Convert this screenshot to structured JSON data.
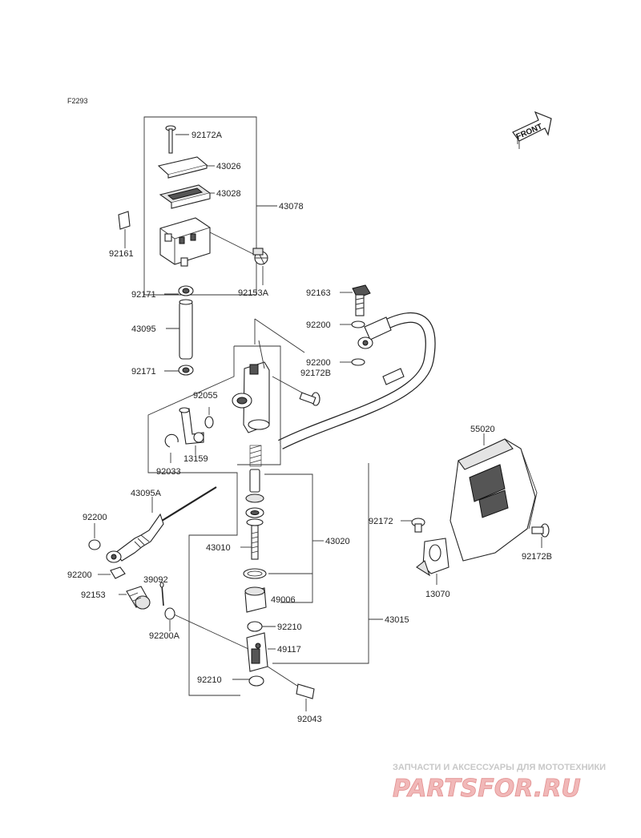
{
  "figure_code": "F2293",
  "front_label": "FRONT",
  "parts": {
    "p92172A": "92172A",
    "p43026": "43026",
    "p43028": "43028",
    "p43078": "43078",
    "p92161": "92161",
    "p92153A": "92153A",
    "p92171a": "92171",
    "p43095": "43095",
    "p92171b": "92171",
    "p92163": "92163",
    "p92200a": "92200",
    "p92200b": "92200",
    "p92172B": "92172B",
    "p92055": "92055",
    "p13159": "13159",
    "p92033": "92033",
    "p55020": "55020",
    "p43095A": "43095A",
    "p92200c": "92200",
    "p43020": "43020",
    "p92172": "92172",
    "p92172Bb": "92172B",
    "p43010": "43010",
    "p92200d": "92200",
    "p39092": "39092",
    "p92153": "92153",
    "p13070": "13070",
    "p49006": "49006",
    "p92200A": "92200A",
    "p92210a": "92210",
    "p43015": "43015",
    "p49117": "49117",
    "p92210b": "92210",
    "p92043": "92043"
  },
  "watermark": {
    "tagline": "ЗАПЧАСТИ И АКСЕССУАРЫ ДЛЯ МОТОТЕХНИКИ",
    "brand": "PARTSFOR.RU"
  }
}
